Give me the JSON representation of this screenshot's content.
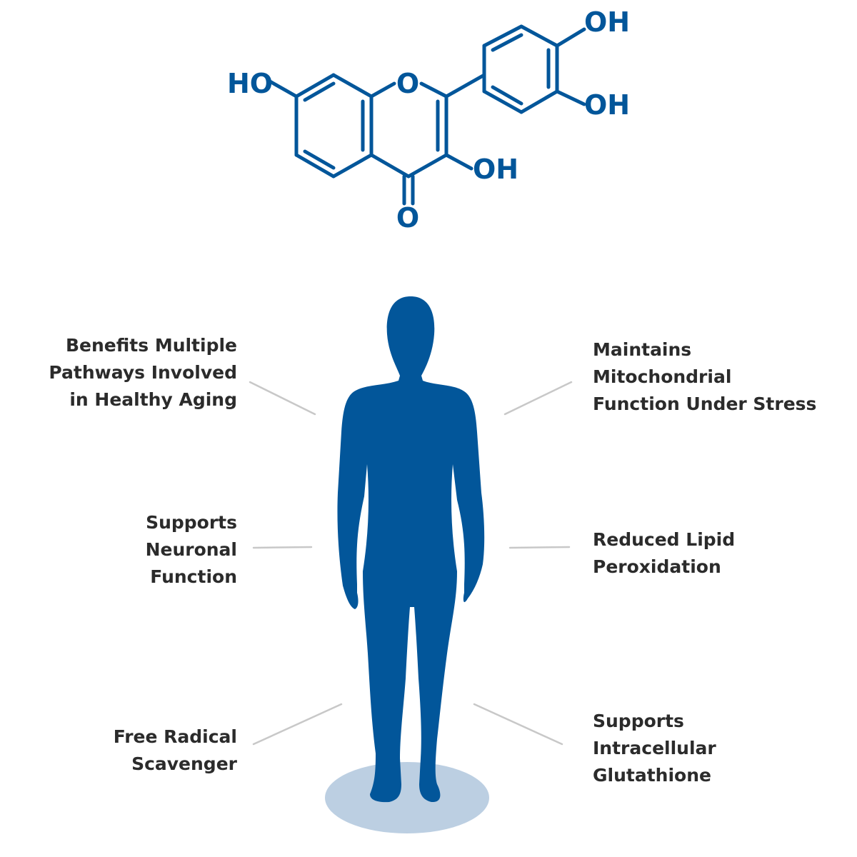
{
  "colors": {
    "primary_blue": "#02569a",
    "shadow_blue": "#bccfe2",
    "label_text": "#2b2b2b",
    "leader_line": "#c8c8c8",
    "background": "#ffffff"
  },
  "molecule": {
    "atoms": {
      "ho_left": "HO",
      "ring_oxygen": "O",
      "oh_top_right": "OH",
      "oh_mid_right": "OH",
      "oh_ring": "OH",
      "carbonyl_oxygen": "O"
    }
  },
  "benefits": {
    "healthy_aging": [
      "Benefits Multiple",
      "Pathways Involved",
      "in Healthy Aging"
    ],
    "neuronal": [
      "Supports",
      "Neuronal",
      "Function"
    ],
    "free_radical": [
      "Free Radical",
      "Scavenger"
    ],
    "mitochondrial": [
      "Maintains",
      "Mitochondrial",
      "Function Under Stress"
    ],
    "lipid": [
      "Reduced Lipid",
      "Peroxidation"
    ],
    "glutathione": [
      "Supports",
      "Intracellular",
      "Glutathione"
    ]
  }
}
